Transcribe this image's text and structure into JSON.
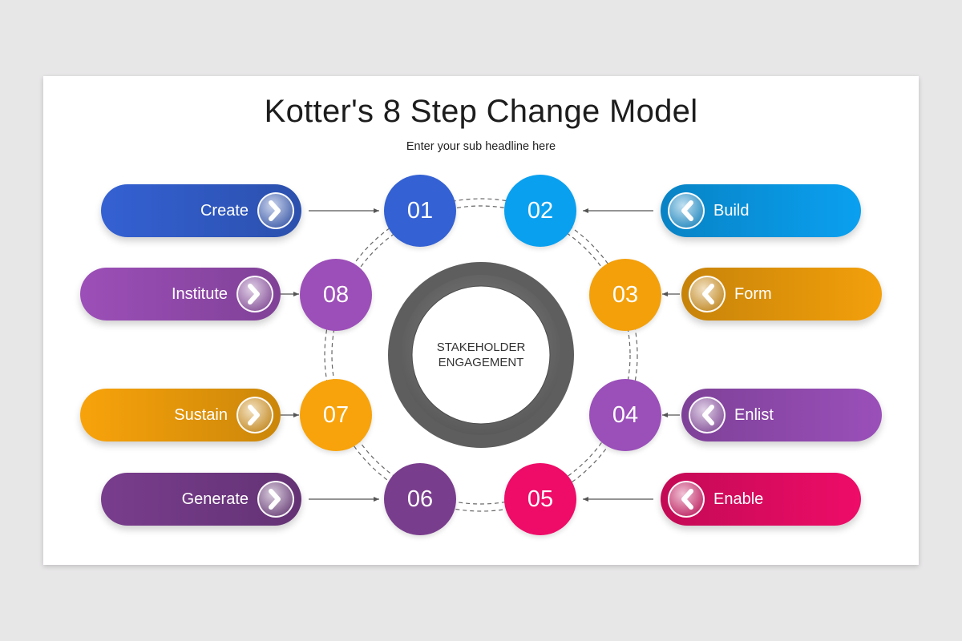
{
  "title": "Kotter's 8 Step Change Model",
  "subtitle": "Enter your sub headline here",
  "center": {
    "line1": "STAKEHOLDER",
    "line2": "ENGAGEMENT"
  },
  "steps": [
    {
      "number": "01",
      "label": "Create",
      "color": "#3461d3"
    },
    {
      "number": "02",
      "label": "Build",
      "color": "#0aa0f0"
    },
    {
      "number": "03",
      "label": "Form",
      "color": "#f3a00b"
    },
    {
      "number": "04",
      "label": "Enlist",
      "color": "#9a4fb9"
    },
    {
      "number": "05",
      "label": "Enable",
      "color": "#ee0c68"
    },
    {
      "number": "06",
      "label": "Generate",
      "color": "#793d8d"
    },
    {
      "number": "07",
      "label": "Sustain",
      "color": "#f8a30b"
    },
    {
      "number": "08",
      "label": "Institute",
      "color": "#9c4fb8"
    }
  ],
  "icons": {
    "left_pills": "chevron-right-icon",
    "right_pills": "chevron-left-icon"
  }
}
